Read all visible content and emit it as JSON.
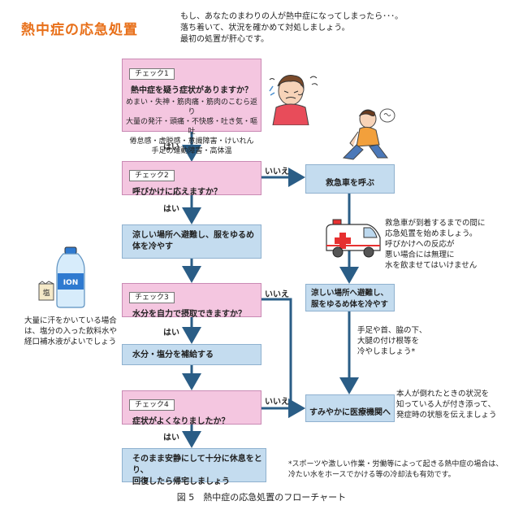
{
  "title": "熱中症の応急処置",
  "intro": [
    "もし、あなたのまわりの人が熱中症になってしまったら･･･。",
    "落ち着いて、状況を確かめて対処しましょう。",
    "最初の処置が肝心です。"
  ],
  "check1": {
    "tag": "チェック1",
    "question": "熱中症を疑う症状がありますか？",
    "symptoms": [
      "めまい・失神・筋肉痛・筋肉のこむら返り",
      "大量の発汗・頭痛・不快感・吐き気・嘔吐",
      "倦怠感・虚脱感・意識障害・けいれん",
      "手足の運動障害・高体温"
    ]
  },
  "check2": {
    "tag": "チェック2",
    "question": "呼びかけに応えますか？"
  },
  "check3": {
    "tag": "チェック3",
    "question": "水分を自力で摂取できますか？"
  },
  "check4": {
    "tag": "チェック4",
    "question": "症状がよくなりましたか？"
  },
  "labels": {
    "yes": "はい",
    "no": "いいえ"
  },
  "actions": {
    "cool_lines": [
      "涼しい場所へ避難し、服をゆるめ",
      "体を冷やす"
    ],
    "hydrate": "水分・塩分を補給する",
    "rest_lines": [
      "そのまま安静にして十分に休息をとり、",
      "回復したら帰宅しましょう"
    ],
    "ambulance": "救急車を呼ぶ",
    "cool2_lines": [
      "涼しい場所へ避難し、",
      "服をゆるめ体を冷やす"
    ],
    "hospital": "すみやかに医療機関へ"
  },
  "notes": {
    "ambulance": [
      "救急車が到着するまでの間に",
      "応急処置を始めましょう。",
      "呼びかけへの反応が",
      "悪い場合には無理に",
      "水を飲ませてはいけません"
    ],
    "cooling": [
      "手足や首、脇の下、",
      "大腿の付け根等を",
      "冷やしましょう*"
    ],
    "hospital": [
      "本人が倒れたときの状況を",
      "知っている人が付き添って、",
      "発症時の状態を伝えましょう"
    ],
    "sweat": [
      "大量に汗をかいている場合",
      "は、塩分の入った飲料水や",
      "経口補水液がよいでしょう"
    ],
    "footnote": [
      "*スポーツや激しい作業・労働等によって起きる熱中症の場合は、",
      "冷たい水をホースでかける等の冷却法も有効です。"
    ]
  },
  "bottle_label": "ION",
  "salt_label": "塩",
  "caption": "図 5　熱中症の応急処置のフローチャート",
  "colors": {
    "title": "#e8701a",
    "decision": "#f4c6e0",
    "action": "#c4dcef",
    "arrow": "#2a5d86"
  }
}
